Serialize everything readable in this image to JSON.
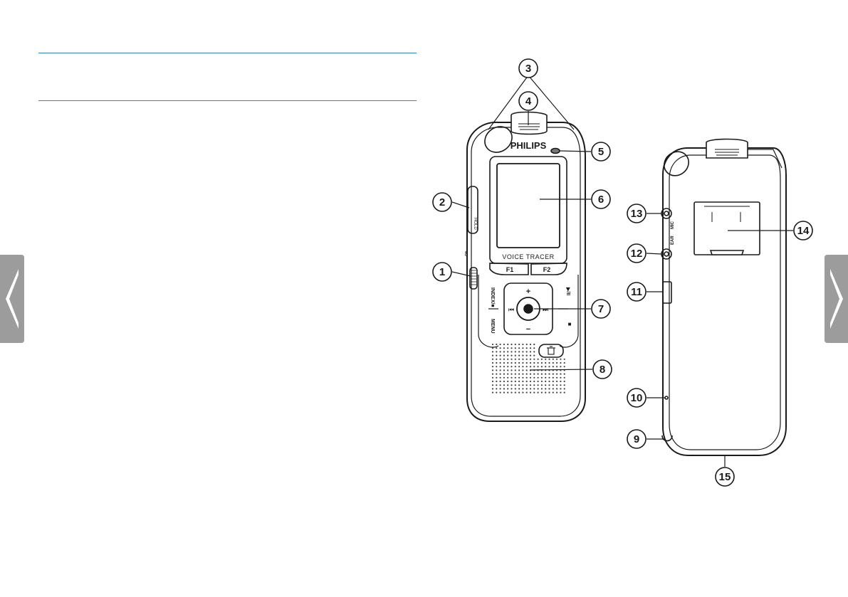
{
  "navigation": {
    "prev_icon": "chevron-left-icon",
    "next_icon": "chevron-right-icon",
    "tab_color": "#9c9c9c"
  },
  "accent_color": "#2f86c9",
  "device_front": {
    "brand": "PHILIPS",
    "model_label": "VOICE TRACER",
    "f1_label": "F1",
    "f2_label": "F2",
    "index_label": "INDEX/■",
    "menu_label": "MENU",
    "plus_label": "+",
    "minus_label": "−",
    "rewind_symbol": "⏮",
    "forward_symbol": "⏭",
    "play_symbol": "▶/II",
    "stop_symbol": "■",
    "delete_icon": "trash-icon",
    "hold_label": "HOLD",
    "power_label": "ON"
  },
  "device_back": {
    "ear_label": "EAR",
    "mic_label": "MIC"
  },
  "callouts": [
    "1",
    "2",
    "3",
    "4",
    "5",
    "6",
    "7",
    "8",
    "9",
    "10",
    "11",
    "12",
    "13",
    "14",
    "15"
  ]
}
